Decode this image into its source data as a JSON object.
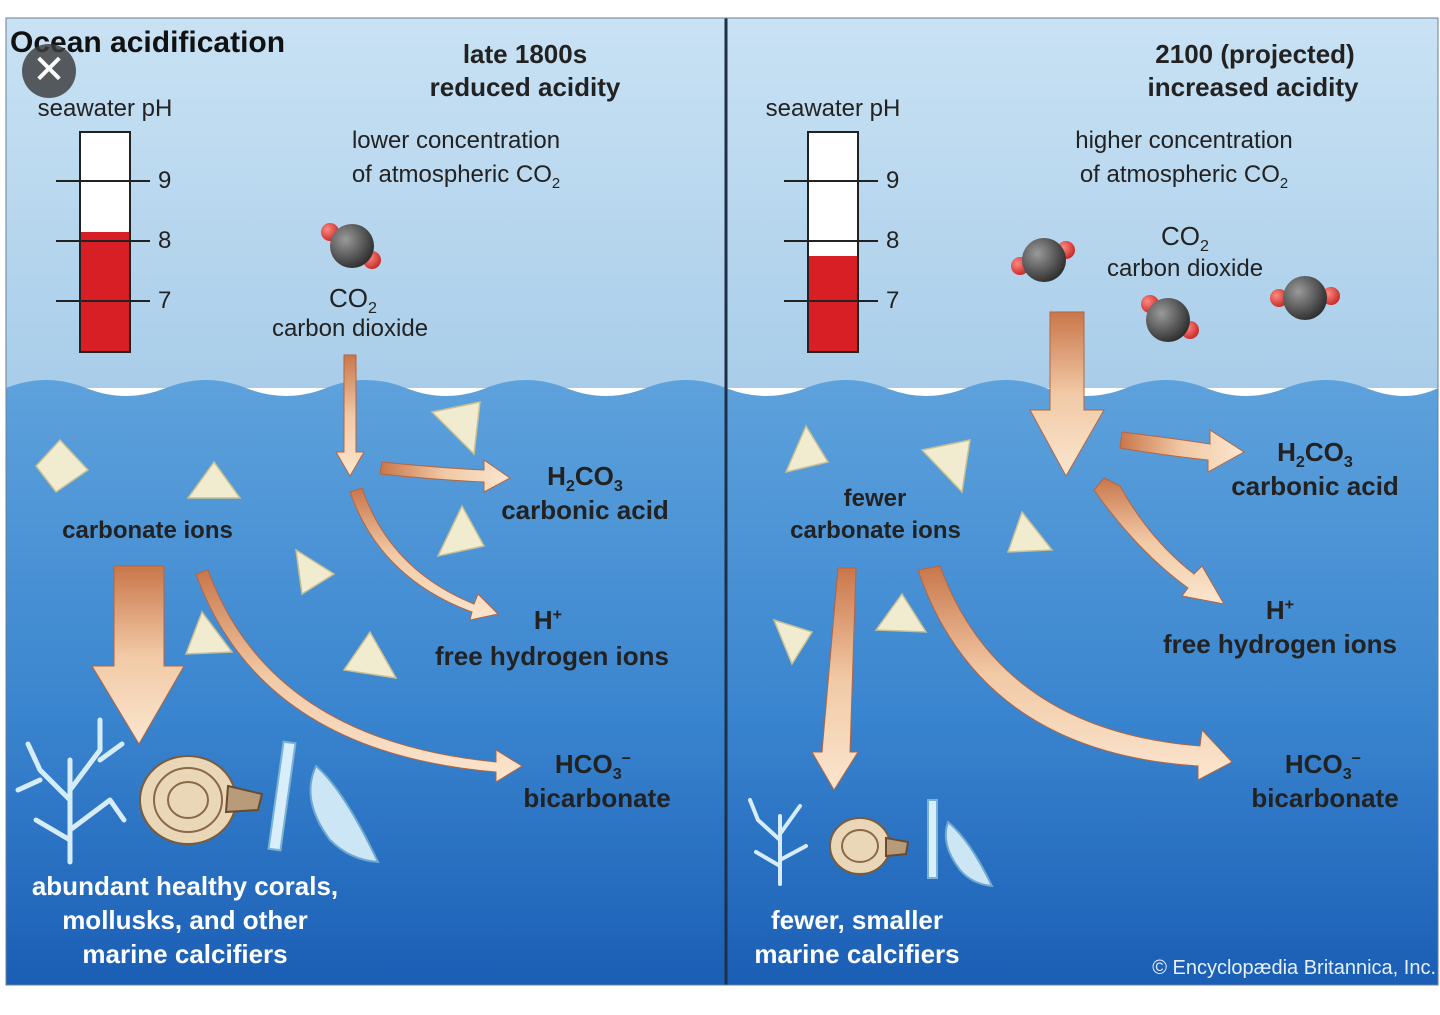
{
  "title": "Ocean acidification",
  "left": {
    "era": "late 1800s",
    "acidity": "reduced acidity",
    "ph_label": "seawater pH",
    "ph_level": 8.15,
    "ph_ticks": [
      "9",
      "8",
      "7"
    ],
    "conc_line1": "lower concentration",
    "conc_line2": "of atmospheric CO",
    "conc_sub": "2",
    "co2_formula": "CO",
    "co2_sub": "2",
    "co2_name": "carbon dioxide",
    "carbonate": "carbonate ions",
    "acid_formula_a": "H",
    "acid_sub1": "2",
    "acid_formula_b": "CO",
    "acid_sub2": "3",
    "acid_name": "carbonic acid",
    "h_formula": "H",
    "h_sup": "+",
    "h_name": "free hydrogen ions",
    "bicarb_formula": "HCO",
    "bicarb_sub": "3",
    "bicarb_sup": "−",
    "bicarb_name": "bicarbonate",
    "calc_line1": "abundant healthy corals,",
    "calc_line2": "mollusks, and other",
    "calc_line3": "marine calcifiers"
  },
  "right": {
    "era": "2100 (projected)",
    "acidity": "increased acidity",
    "ph_label": "seawater pH",
    "ph_level": 7.75,
    "ph_ticks": [
      "9",
      "8",
      "7"
    ],
    "conc_line1": "higher concentration",
    "conc_line2": "of atmospheric CO",
    "conc_sub": "2",
    "co2_formula": "CO",
    "co2_sub": "2",
    "co2_name": "carbon dioxide",
    "carbonate_line1": "fewer",
    "carbonate_line2": "carbonate ions",
    "acid_formula_a": "H",
    "acid_sub1": "2",
    "acid_formula_b": "CO",
    "acid_sub2": "3",
    "acid_name": "carbonic acid",
    "h_formula": "H",
    "h_sup": "+",
    "h_name": "free hydrogen ions",
    "bicarb_formula": "HCO",
    "bicarb_sub": "3",
    "bicarb_sup": "−",
    "bicarb_name": "bicarbonate",
    "calc_line1": "fewer, smaller",
    "calc_line2": "marine calcifiers"
  },
  "copyright": "© Encyclopædia Britannica, Inc.",
  "colors": {
    "sky": "#b9d8ef",
    "water_top": "#4f95d4",
    "water_bottom": "#1b5fb6",
    "mercury": "#d81f26",
    "arrow": "#f4d6b6",
    "arrow_edge": "#b5653f",
    "crystal": "#f0ebcf"
  },
  "icons": {
    "close": "close-icon",
    "co2": "co2-molecule-icon",
    "crystal": "carbonate-crystal-icon",
    "coral": "coral-icon",
    "nautilus": "nautilus-shell-icon",
    "shell": "mussel-shell-icon"
  }
}
